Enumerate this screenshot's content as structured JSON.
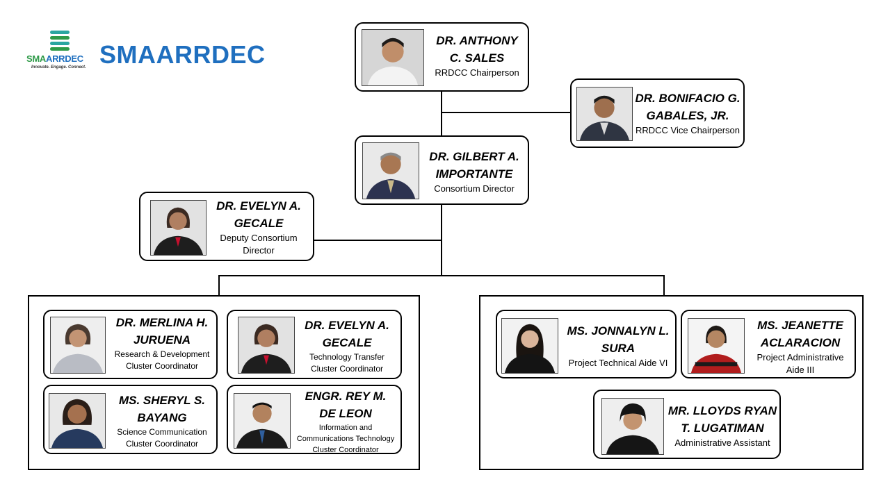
{
  "logo": {
    "small_text_a": "SMA",
    "small_text_b": "ARRDEC",
    "tagline": "Innovate. Engage. Connect.",
    "brand": "SMAARRDEC",
    "colors": {
      "brand_blue": "#1f6fbf",
      "logo_green": "#2e9a48",
      "logo_teal": "#2aa6a0"
    }
  },
  "org": {
    "chair": {
      "name_1": "DR. ANTHONY",
      "name_2": "C. SALES",
      "role_1": "RRDCC Chairperson"
    },
    "vice_chair": {
      "name_1": "DR. BONIFACIO G.",
      "name_2": "GABALES, JR.",
      "role_1": "RRDCC Vice Chairperson"
    },
    "director": {
      "name_1": "DR. GILBERT A.",
      "name_2": "IMPORTANTE",
      "role_1": "Consortium Director"
    },
    "deputy": {
      "name_1": "DR. EVELYN A.",
      "name_2": "GECALE",
      "role_1": "Deputy Consortium",
      "role_2": "Director"
    },
    "left_group": [
      {
        "name_1": "DR. MERLINA H.",
        "name_2": "JURUENA",
        "role_1": "Research & Development",
        "role_2": "Cluster Coordinator"
      },
      {
        "name_1": "DR. EVELYN A.",
        "name_2": "GECALE",
        "role_1": "Technology Transfer",
        "role_2": "Cluster Coordinator"
      },
      {
        "name_1": "MS. SHERYL S.",
        "name_2": "BAYANG",
        "role_1": "Science Communication",
        "role_2": "Cluster Coordinator"
      },
      {
        "name_1": "ENGR. REY M.",
        "name_2": "DE LEON",
        "role_1": "Information and",
        "role_2": "Communications Technology",
        "role_3": "Cluster Coordinator"
      }
    ],
    "right_group": [
      {
        "name_1": "MS. JONNALYN L.",
        "name_2": "SURA",
        "role_1": "Project Technical Aide VI"
      },
      {
        "name_1": "MS. JEANETTE",
        "name_2": "ACLARACION",
        "role_1": "Project Administrative",
        "role_2": "Aide III"
      },
      {
        "name_1": "MR. LLOYDS RYAN",
        "name_2": "T. LUGATIMAN",
        "role_1": "Administrative Assistant"
      }
    ]
  }
}
